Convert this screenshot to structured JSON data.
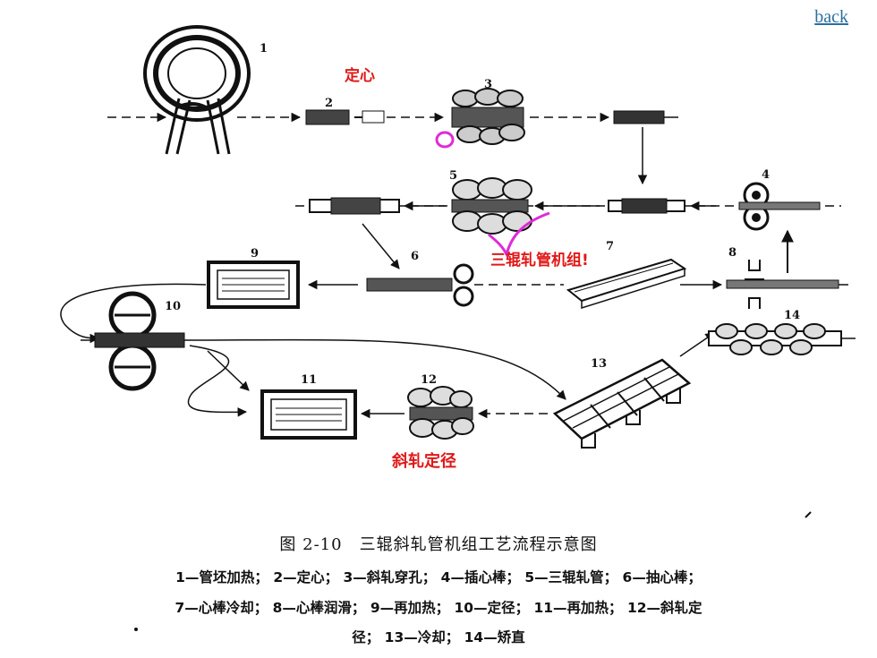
{
  "back_link": "back",
  "numbers": [
    "1",
    "2",
    "3",
    "4",
    "5",
    "6",
    "7",
    "8",
    "9",
    "10",
    "11",
    "12",
    "13",
    "14"
  ],
  "annotations": {
    "dingxin": "定心",
    "sangun": "三辊轧管机组!",
    "xiezha": "斜轧定径"
  },
  "caption": {
    "title": "图 2-10　三辊斜轧管机组工艺流程示意图",
    "line1": "1—管坯加热； 2—定心； 3—斜轧穿孔； 4—插心棒； 5—三辊轧管； 6—抽心棒；",
    "line2": "7—心棒冷却； 8—心棒润滑； 9—再加热； 10—定径； 11—再加热； 12—斜轧定",
    "line3": "径； 13—冷却； 14—矫直"
  },
  "colors": {
    "ink": "#111111",
    "annotation_red": "#e01818",
    "annotation_magenta": "#e02ad8",
    "link": "#2a6f9e"
  }
}
